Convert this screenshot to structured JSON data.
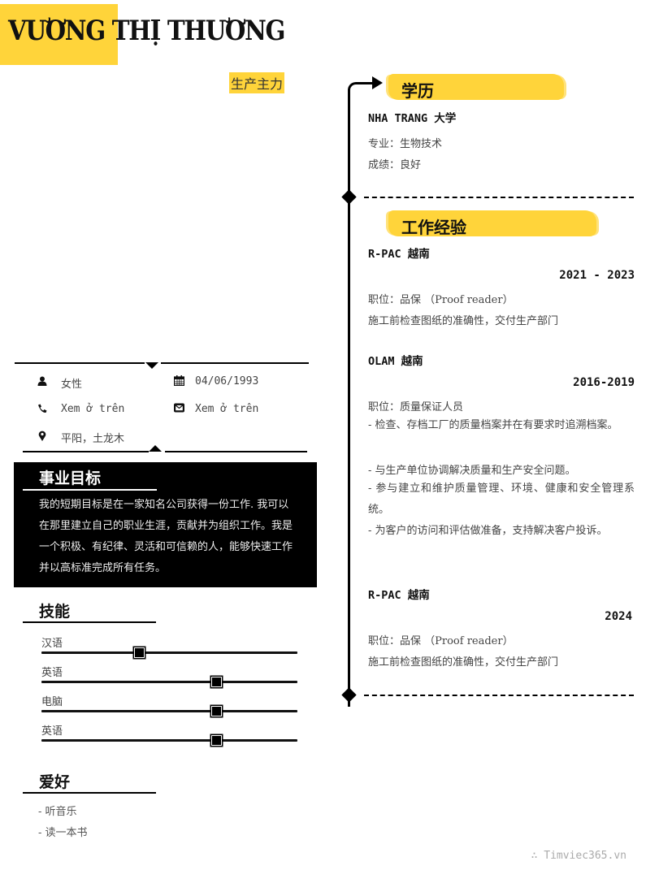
{
  "header": {
    "name": "VƯƠNG THỊ THƯƠNG",
    "position": "生产主力"
  },
  "colors": {
    "accent": "#ffd43a",
    "dark": "#000000",
    "text": "#444444"
  },
  "info": {
    "gender": {
      "icon": "user-icon",
      "value": "女性"
    },
    "birthday": {
      "icon": "calendar-icon",
      "value": "04/06/1993"
    },
    "phone": {
      "icon": "phone-icon",
      "value": "Xem ở trên"
    },
    "email": {
      "icon": "envelope-icon",
      "value": "Xem ở trên"
    },
    "address": {
      "icon": "map-marker-icon",
      "value": "平阳，土龙木"
    }
  },
  "objective": {
    "title": "事业目标",
    "text": "我的短期目标是在一家知名公司获得一份工作. 我可以在那里建立自己的职业生涯，贡献并为组织工作。我是一个积极、有纪律、灵活和可信赖的人，能够快速工作并以高标准完成所有任务。"
  },
  "skills": {
    "title": "技能",
    "items": [
      {
        "label": "汉语",
        "level": 38
      },
      {
        "label": "英语",
        "level": 68
      },
      {
        "label": "电脑",
        "level": 68
      },
      {
        "label": "英语",
        "level": 68
      }
    ]
  },
  "hobbies": {
    "title": "爱好",
    "items": [
      "- 听音乐",
      "- 读一本书"
    ]
  },
  "education": {
    "title": "学历",
    "school": "NHA TRANG 大学",
    "major": "专业：生物技术",
    "grade": "成绩：良好"
  },
  "experience": {
    "title": "工作经验",
    "jobs": [
      {
        "company": "R-PAC 越南",
        "date": "2021 - 2023",
        "role": "职位：品保 （Proof reader）",
        "lines": [
          "施工前检查图纸的准确性，交付生产部门"
        ]
      },
      {
        "company": "OLAM 越南",
        "date": "2016-2019",
        "role": "职位：质量保证人员",
        "lines": [
          "- 检查、存档工厂的质量档案并在有要求时追溯档案。",
          "- 与生产单位协调解决质量和生产安全问题。",
          "- 参与建立和维护质量管理、环境、健康和安全管理系统。",
          "-  为客户的访问和评估做准备，支持解决客户投诉。"
        ]
      },
      {
        "company": "R-PAC 越南",
        "date": "2024",
        "role": "职位：品保 （Proof reader）",
        "lines": [
          "施工前检查图纸的准确性，交付生产部门"
        ]
      }
    ]
  },
  "footer": {
    "watermark": "∴ Timviec365.vn"
  }
}
